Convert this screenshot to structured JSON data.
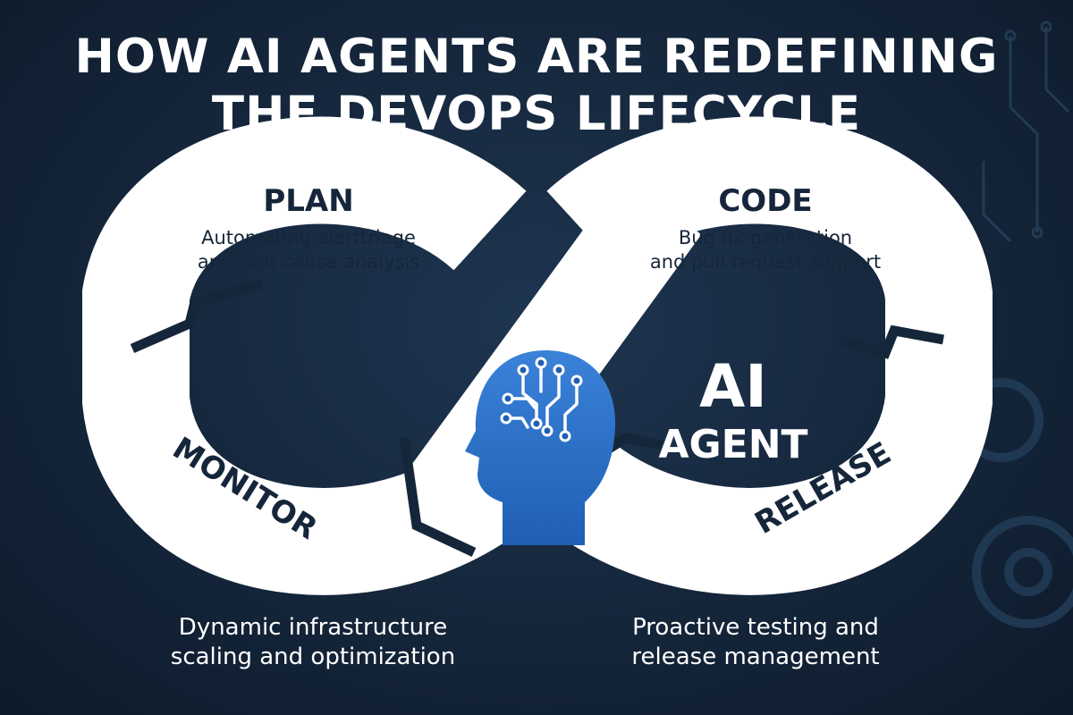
{
  "title": {
    "line1": "HOW AI AGENTS ARE REDEFINING",
    "line2": "THE DEVOPS LIFECYCLE"
  },
  "center": {
    "line1": "AI",
    "line2": "AGENT",
    "icon": "head-circuit-icon"
  },
  "stages": {
    "plan": {
      "label": "PLAN",
      "desc_line1": "Automating alerttriage",
      "desc_line2": "and root cause analysis"
    },
    "code": {
      "label": "CODE",
      "desc_line1": "Bug fix generation",
      "desc_line2": "and pull request support"
    },
    "monitor": {
      "label": "MONITOR",
      "desc_line1": "Dynamic infrastructure",
      "desc_line2": "scaling and optimization"
    },
    "release": {
      "label": "RELEASE",
      "desc_line1": "Proactive testing and",
      "desc_line2": "release management"
    }
  },
  "colors": {
    "background": "#15263b",
    "band": "#ffffff",
    "label_text": "#16263a",
    "accent_blue": "#2a6fc9"
  }
}
